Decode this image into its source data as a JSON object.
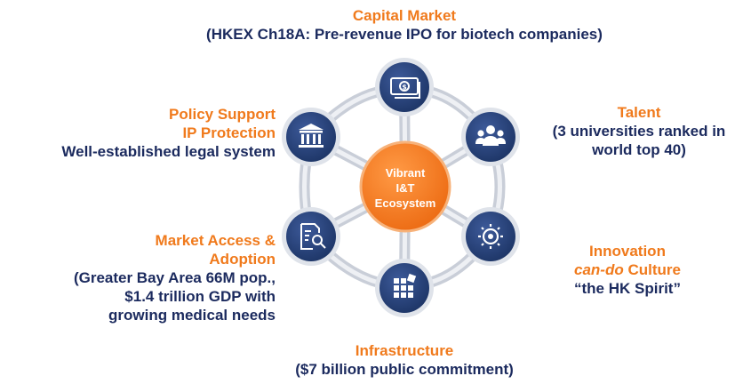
{
  "colors": {
    "orange": "#f07a1c",
    "navy": "#1b2a5e",
    "connector": "#d0d5dd"
  },
  "center": {
    "line1": "Vibrant",
    "line2": "I&T",
    "line3": "Ecosystem"
  },
  "nodes": {
    "capital": {
      "icon": "money-icon",
      "title": "Capital Market",
      "detail": "(HKEX Ch18A: Pre-revenue IPO for biotech companies)"
    },
    "talent": {
      "icon": "people-icon",
      "title": "Talent",
      "detail1": "(3 universities ranked in",
      "detail2": "world top 40)"
    },
    "innovation": {
      "icon": "gear-icon",
      "title": "Innovation",
      "italic": "can-do",
      "title2_rest": " Culture",
      "detail": "“the HK Spirit”"
    },
    "infrastructure": {
      "icon": "blocks-icon",
      "title": "Infrastructure",
      "detail": "($7 billion public commitment)"
    },
    "market": {
      "icon": "document-search-icon",
      "title1": "Market Access &",
      "title2": "Adoption",
      "detail1": "(Greater Bay Area 66M pop.,",
      "detail2": "$1.4 trillion GDP with",
      "detail3": "growing medical needs"
    },
    "policy": {
      "icon": "government-building-icon",
      "title1": "Policy Support",
      "title2": "IP Protection",
      "detail": "Well-established legal system"
    }
  }
}
